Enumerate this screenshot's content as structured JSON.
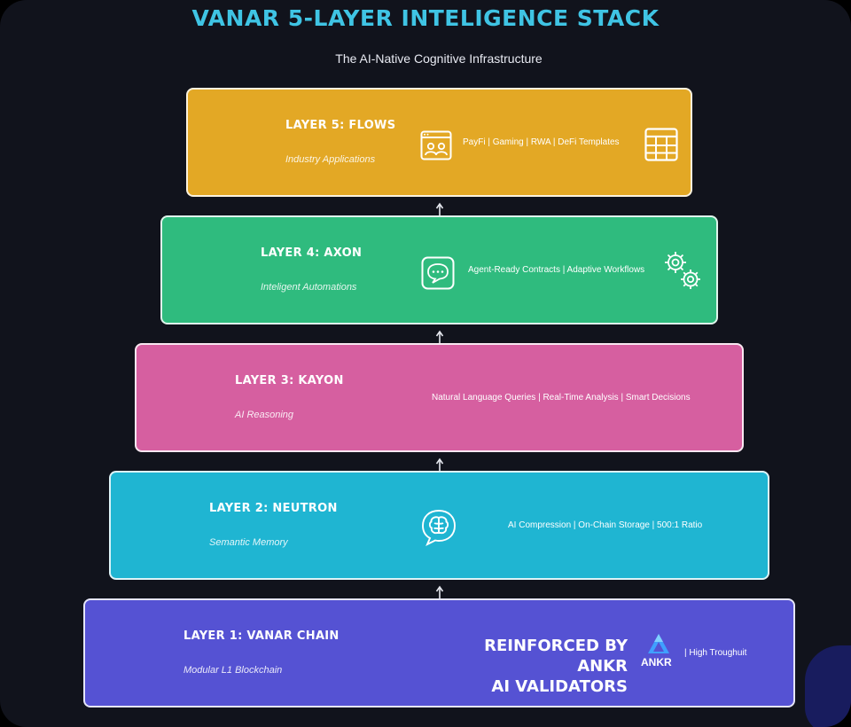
{
  "title": "VANAR 5-LAYER INTELIGENCE STACK",
  "subtitle": "The AI-Native Cognitive Infrastructure",
  "layers": [
    {
      "name": "LAYER 5: FLOWS",
      "subtitle": "Industry Applications",
      "features": "PayFi  |  Gaming  |  RWA  |  DeFi Templates",
      "color": "#e3a825",
      "icons": [
        "people-window-icon",
        "grid-template-icon"
      ]
    },
    {
      "name": "LAYER 4: AXON",
      "subtitle": "Inteligent Automations",
      "features": "Agent-Ready Contracts  |  Adaptive Workflows",
      "color": "#2fbb7e",
      "icons": [
        "chat-bubble-icon",
        "gears-icon"
      ]
    },
    {
      "name": "LAYER 3: KAYON",
      "subtitle": "AI Reasoning",
      "features": "Natural Language Queries  |  Real-Time Analysis  |  Smart Decisions",
      "color": "#d65fa0",
      "icons": []
    },
    {
      "name": "LAYER 2: NEUTRON",
      "subtitle": "Semantic Memory",
      "features": "AI Compression  |  On-Chain Storage  |  500:1 Ratio",
      "color": "#1fb5d2",
      "icons": [
        "brain-chat-icon"
      ]
    },
    {
      "name": "LAYER 1: VANAR CHAIN",
      "subtitle": "Modular L1 Blockchain",
      "features": "|  High Troughuit",
      "color": "#5552d3",
      "icons": [
        "ankr-logo-icon"
      ],
      "highlight_line1": "REINFORCED BY ANKR",
      "highlight_line2": "AI VALIDATORS",
      "logo_text": "ANKR"
    }
  ]
}
